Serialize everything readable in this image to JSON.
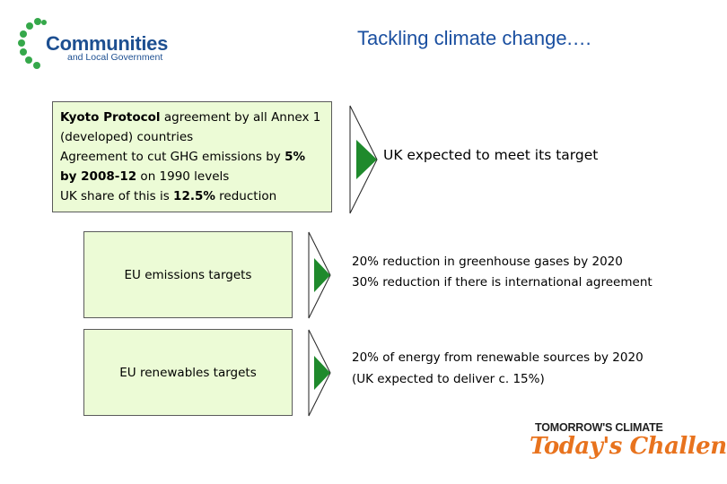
{
  "logo": {
    "name": "Communities",
    "subtitle": "and Local Government",
    "dot_color": "#35a84a",
    "text_color": "#1d4f91"
  },
  "title": "Tackling climate change.…",
  "kyoto": {
    "para1_bold": "Kyoto Protocol",
    "para1_rest": " agreement by all Annex 1 (developed) countries",
    "para2_pre": "Agreement to cut GHG emissions by ",
    "para2_pct": "5%",
    "para2_years": "by 2008-12",
    "para2_post": " on 1990 levels",
    "para3_pre": "UK share of this is ",
    "para3_pct": "12.5%",
    "para3_post": " reduction",
    "result": "UK expected to meet its target"
  },
  "eu_emissions": {
    "label": "EU emissions targets",
    "lines": [
      "20% reduction in greenhouse gases by 2020",
      "30% reduction if there is international agreement"
    ]
  },
  "eu_renewables": {
    "label": "EU renewables targets",
    "lines": [
      "20% of energy from renewable sources by 2020",
      "(UK expected to deliver c. 15%)"
    ]
  },
  "footer_logo": {
    "top": "TOMORROW'S CLIMATE",
    "bottom": "Today's Challenge"
  },
  "colors": {
    "box_fill": "#ecfbd6",
    "arrow_fill": "#1f8a2c",
    "title": "#1a4fa0",
    "footer_accent": "#e8731e"
  }
}
